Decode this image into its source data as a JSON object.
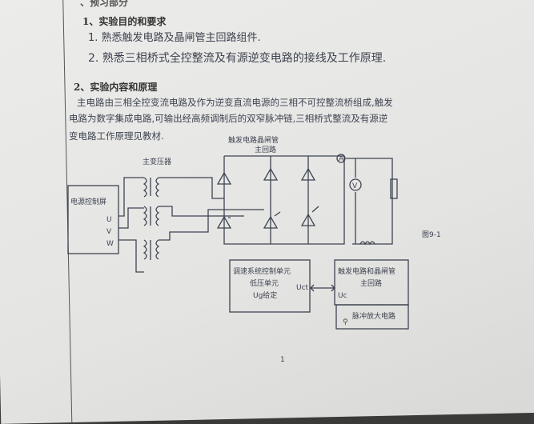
{
  "document": {
    "section_header": "、预习部分",
    "heading_1": "1、实验目的和要求",
    "goals": [
      "1. 熟悉触发电路及晶闸管主回路组件.",
      "2. 熟悉三相桥式全控整流及有源逆变电路的接线及工作原理."
    ],
    "heading_2": "2、实验内容和原理",
    "principle_lines": [
      "主电路由三相全控变流电路及作为逆变直流电源的三相不可控整流桥组成,触发",
      "电路为数字集成电路,可输出经高频调制后的双窄脉冲链,三相桥式整流及有源逆",
      "变电路工作原理见教材."
    ],
    "page_number": "1"
  },
  "diagram": {
    "thyristor_label": "触发电路晶闸管",
    "main_circuit_label": "主回路",
    "transformer_label": "主变压器",
    "power_panel_label": "电源控制屏",
    "phases": [
      "U",
      "V",
      "W"
    ],
    "ammeter": "A",
    "voltmeter": "V",
    "figure_label": "图9-1",
    "control_box": [
      "调速系统控制单元",
      "低压单元",
      "Ug给定"
    ],
    "control_out": "Uct",
    "trigger_box": [
      "触发电路和晶闸管",
      "主回路"
    ],
    "trigger_in": "Uc",
    "pulse_box": "脉冲放大电路"
  }
}
